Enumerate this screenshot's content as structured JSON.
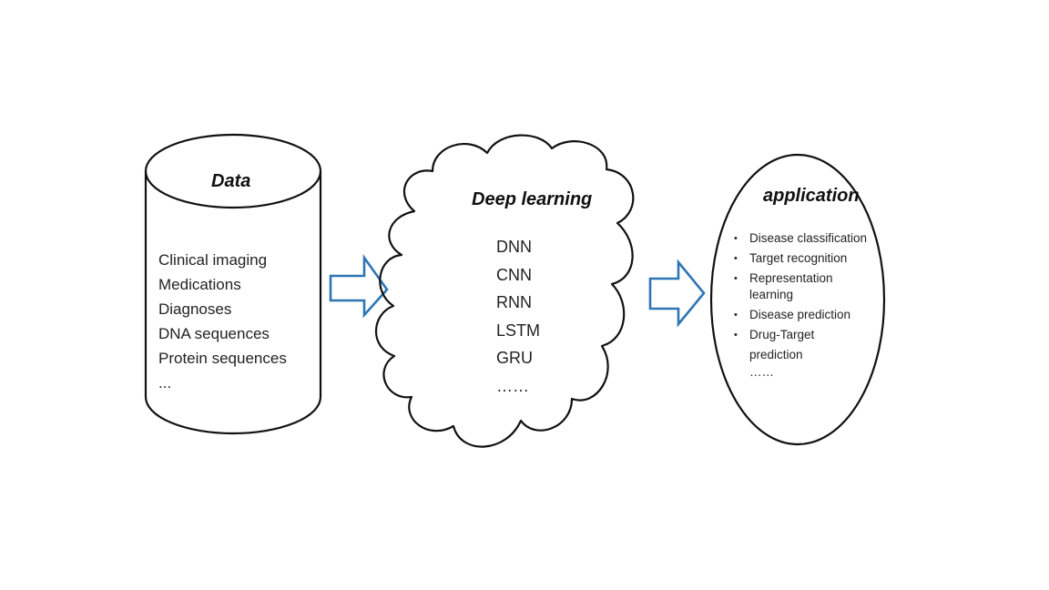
{
  "data_block": {
    "title": "Data",
    "items": [
      "Clinical imaging",
      "Medications",
      "Diagnoses",
      "DNA sequences",
      "Protein sequences",
      "..."
    ]
  },
  "deep_learning_block": {
    "title": "Deep learning",
    "items": [
      "DNN",
      "CNN",
      "RNN",
      "LSTM",
      "GRU",
      "……"
    ]
  },
  "application_block": {
    "title": "application",
    "items": [
      {
        "text": "Disease classification",
        "type": "bullet"
      },
      {
        "text": "Target recognition",
        "type": "bullet"
      },
      {
        "text": "Representation",
        "type": "bullet"
      },
      {
        "text": "learning",
        "type": "cont"
      },
      {
        "text": "Disease prediction",
        "type": "bullet"
      },
      {
        "text": "Drug-Target prediction",
        "type": "bullet"
      },
      {
        "text": "……",
        "type": "ellipsis"
      }
    ]
  },
  "colors": {
    "arrow_stroke": "#2e75b6",
    "outline": "#111111"
  }
}
